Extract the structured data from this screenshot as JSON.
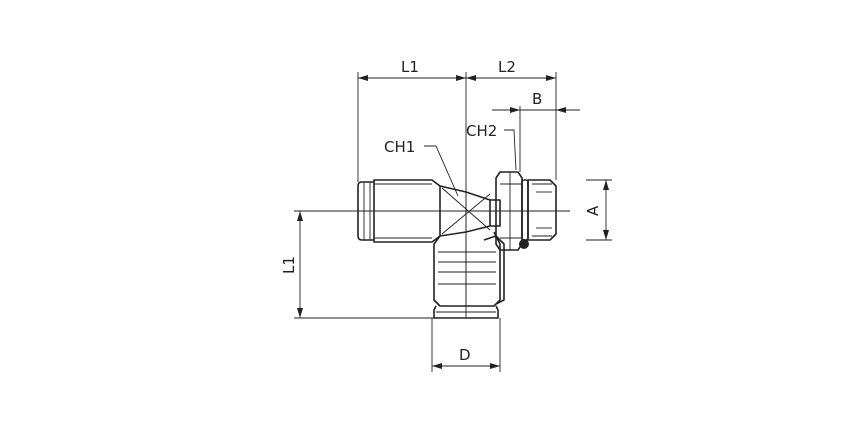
{
  "labels": {
    "l1_top": "L1",
    "l2_top": "L2",
    "b": "B",
    "ch2": "CH2",
    "ch1": "CH1",
    "a": "A",
    "l1_left": "L1",
    "d": "D"
  },
  "colors": {
    "line": "#222222",
    "background": "#ffffff"
  }
}
